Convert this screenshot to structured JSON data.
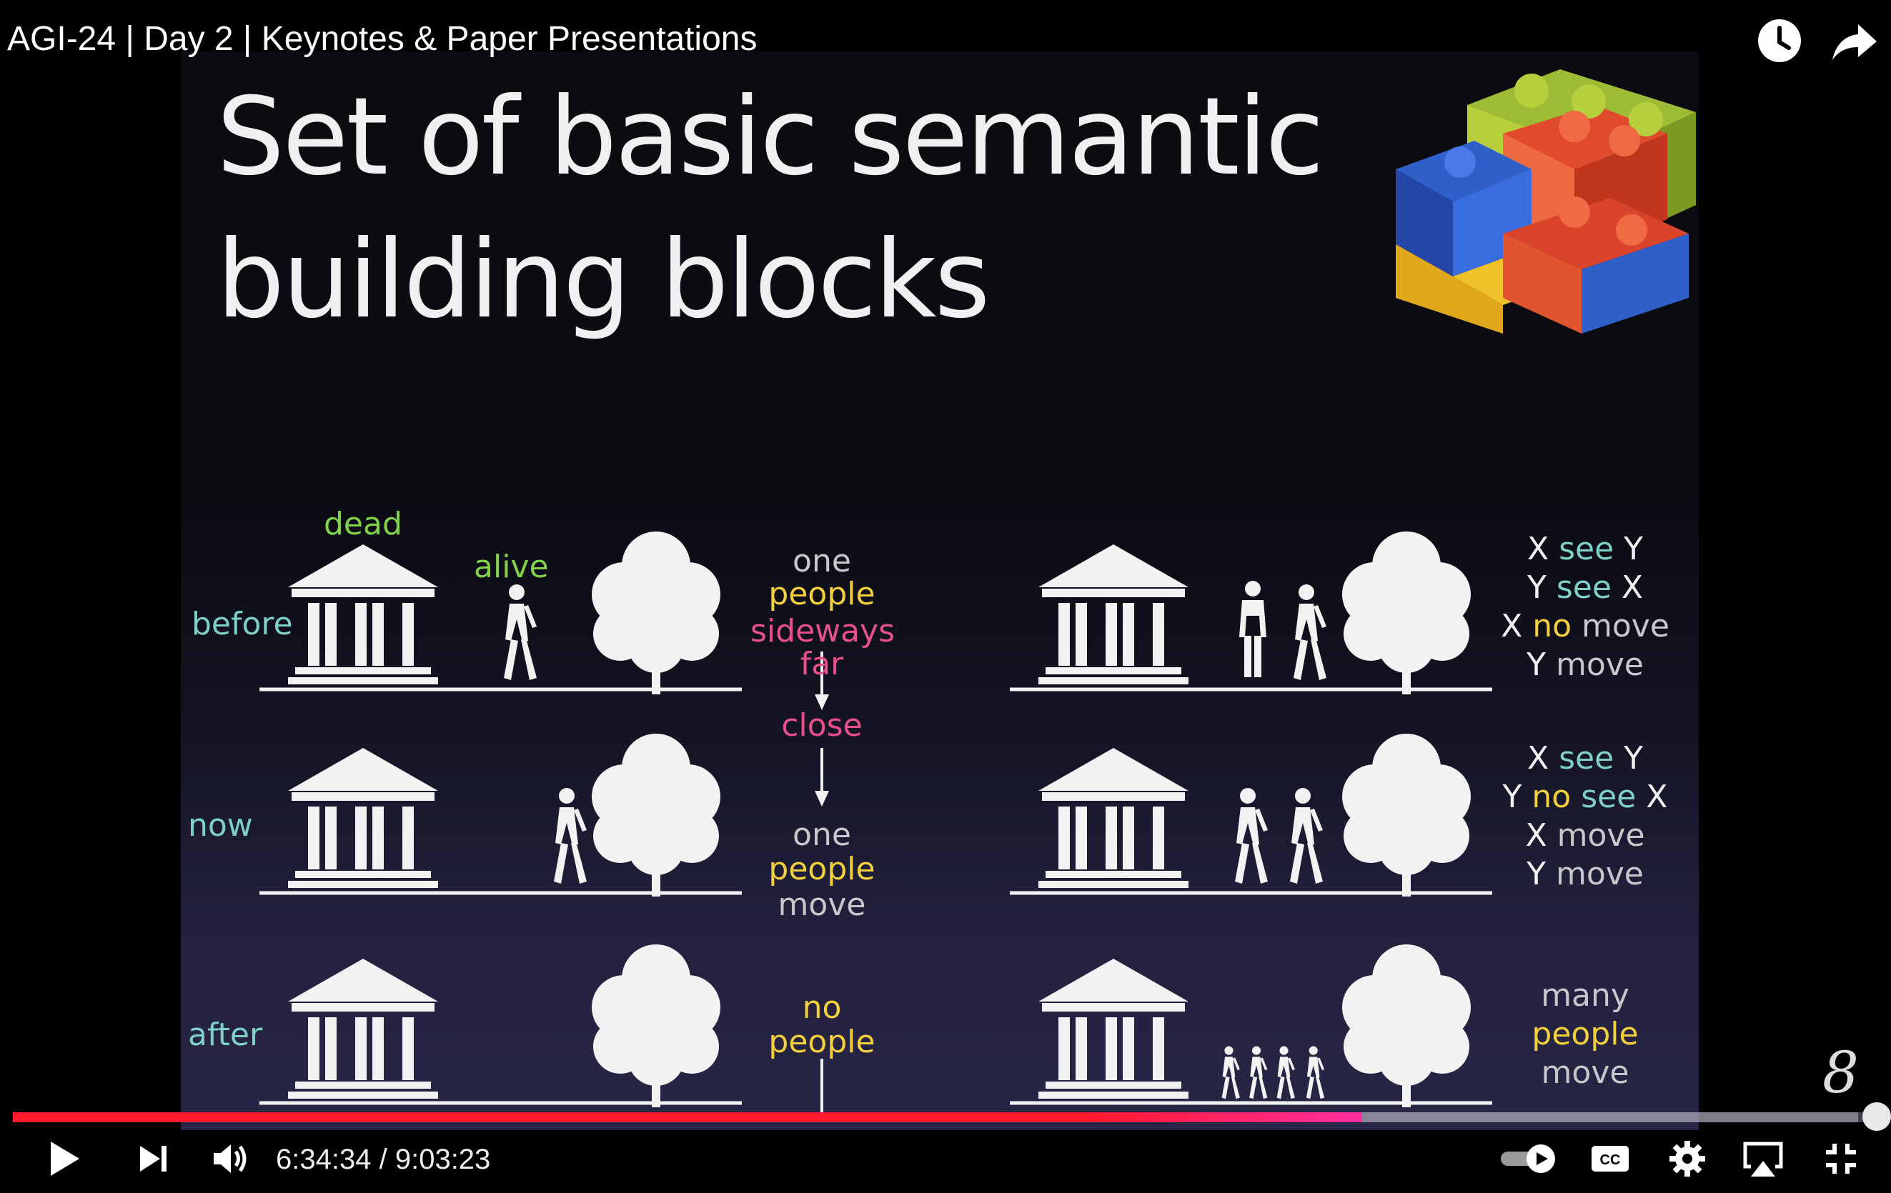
{
  "video": {
    "title": "AGI-24 | Day 2 | Keynotes & Paper Presentations",
    "current_time": "6:34:34",
    "separator": "/",
    "duration": "9:03:23",
    "progress_fraction": 0.724,
    "buffered_fraction": 0.99
  },
  "slide": {
    "title": "Set of basic semantic\nbuilding blocks",
    "rows": {
      "before": "before",
      "now": "now",
      "after": "after"
    },
    "dead": "dead",
    "alive": "alive",
    "middle": {
      "top": [
        "one",
        "people",
        "sideways",
        "far"
      ],
      "close": "close",
      "mid": [
        "one",
        "people",
        "move"
      ],
      "bottom": [
        "no",
        "people"
      ]
    },
    "right1": [
      {
        "parts": [
          "X ",
          "see",
          " Y"
        ]
      },
      {
        "parts": [
          "Y ",
          "see",
          " X"
        ]
      },
      {
        "parts": [
          "X ",
          "no",
          " move"
        ]
      },
      {
        "parts": [
          "Y ",
          "move"
        ]
      }
    ],
    "right2": [
      {
        "parts": [
          "X ",
          "see",
          " Y"
        ]
      },
      {
        "parts": [
          "Y ",
          "no",
          " ",
          "see",
          " X"
        ]
      },
      {
        "parts": [
          "X ",
          "move"
        ]
      },
      {
        "parts": [
          "Y ",
          "move"
        ]
      }
    ],
    "right3": [
      "many",
      "people",
      "move"
    ]
  },
  "watermark": "8",
  "colors": {
    "progress_red": "#ff1a2e",
    "progress_pink": "#ff2fa0",
    "label_green": "#7fd24a",
    "label_teal": "#7ed0c6",
    "label_yellow": "#f2d03d",
    "label_pink": "#e8508a"
  },
  "icons": {
    "watch_later": "clock-icon",
    "share": "share-arrow-icon",
    "play": "play-icon",
    "next": "skip-next-icon",
    "volume": "volume-icon",
    "autoplay": "autoplay-toggle-icon",
    "captions": "cc-icon",
    "settings": "gear-icon",
    "airplay": "airplay-icon",
    "fullscreen_exit": "exit-fullscreen-icon"
  }
}
